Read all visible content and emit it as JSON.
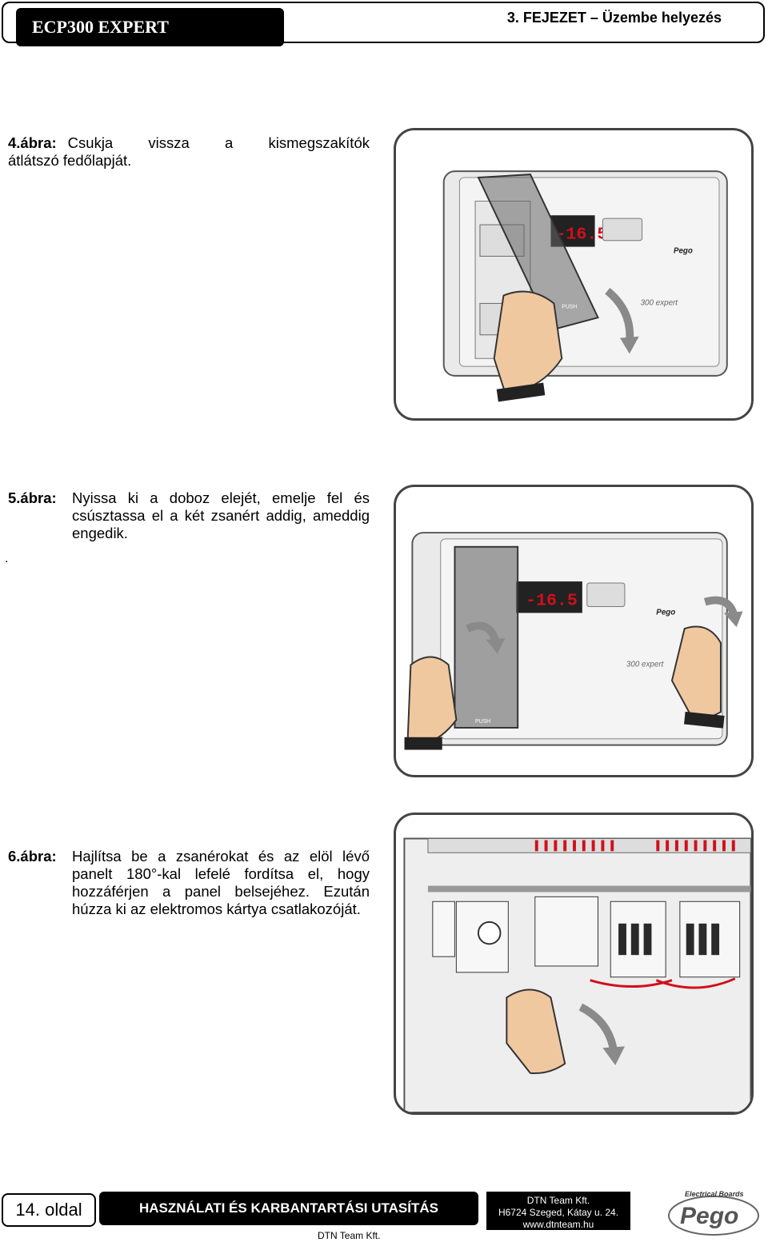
{
  "header": {
    "title": "ECP300 EXPERT",
    "chapter": "3. FEJEZET – Üzembe helyezés"
  },
  "figures": [
    {
      "number": "4.ábra:",
      "first_line": "Csukja vissza a kismegszakítók",
      "rest": "átlátszó fedőlapját."
    },
    {
      "number": "5.ábra:",
      "text": "Nyissa ki a doboz elejét, emelje fel és csúsztassa el a két zsanért addig, ameddig engedik."
    },
    {
      "number": "6.ábra:",
      "text": "Hajlítsa be a zsanérokat és az elöl lévő panelt 180°-kal lefelé fordítsa el, hogy hozzáférjen a panel belsejéhez. Ezután húzza ki az elektromos kártya csatlakozóját."
    }
  ],
  "stray_dot": ".",
  "device": {
    "display": "-16.5",
    "brand": "Pego",
    "model": "300 expert",
    "push_label": "PUSH"
  },
  "footer": {
    "page": "14. oldal",
    "manual": "HASZNÁLATI ÉS KARBANTARTÁSI UTASÍTÁS",
    "company": "DTN Team Kft.",
    "address": "H6724 Szeged, Kátay u. 24.",
    "web": "www.dtnteam.hu",
    "under_company": "DTN Team Kft.",
    "logo_brand": "Pego",
    "logo_tag": "Electrical Boards"
  },
  "colors": {
    "display_red": "#d0101a",
    "arrow_gray": "#8a8a8a",
    "frame": "#444444",
    "hand_skin": "#f0c8a0"
  }
}
